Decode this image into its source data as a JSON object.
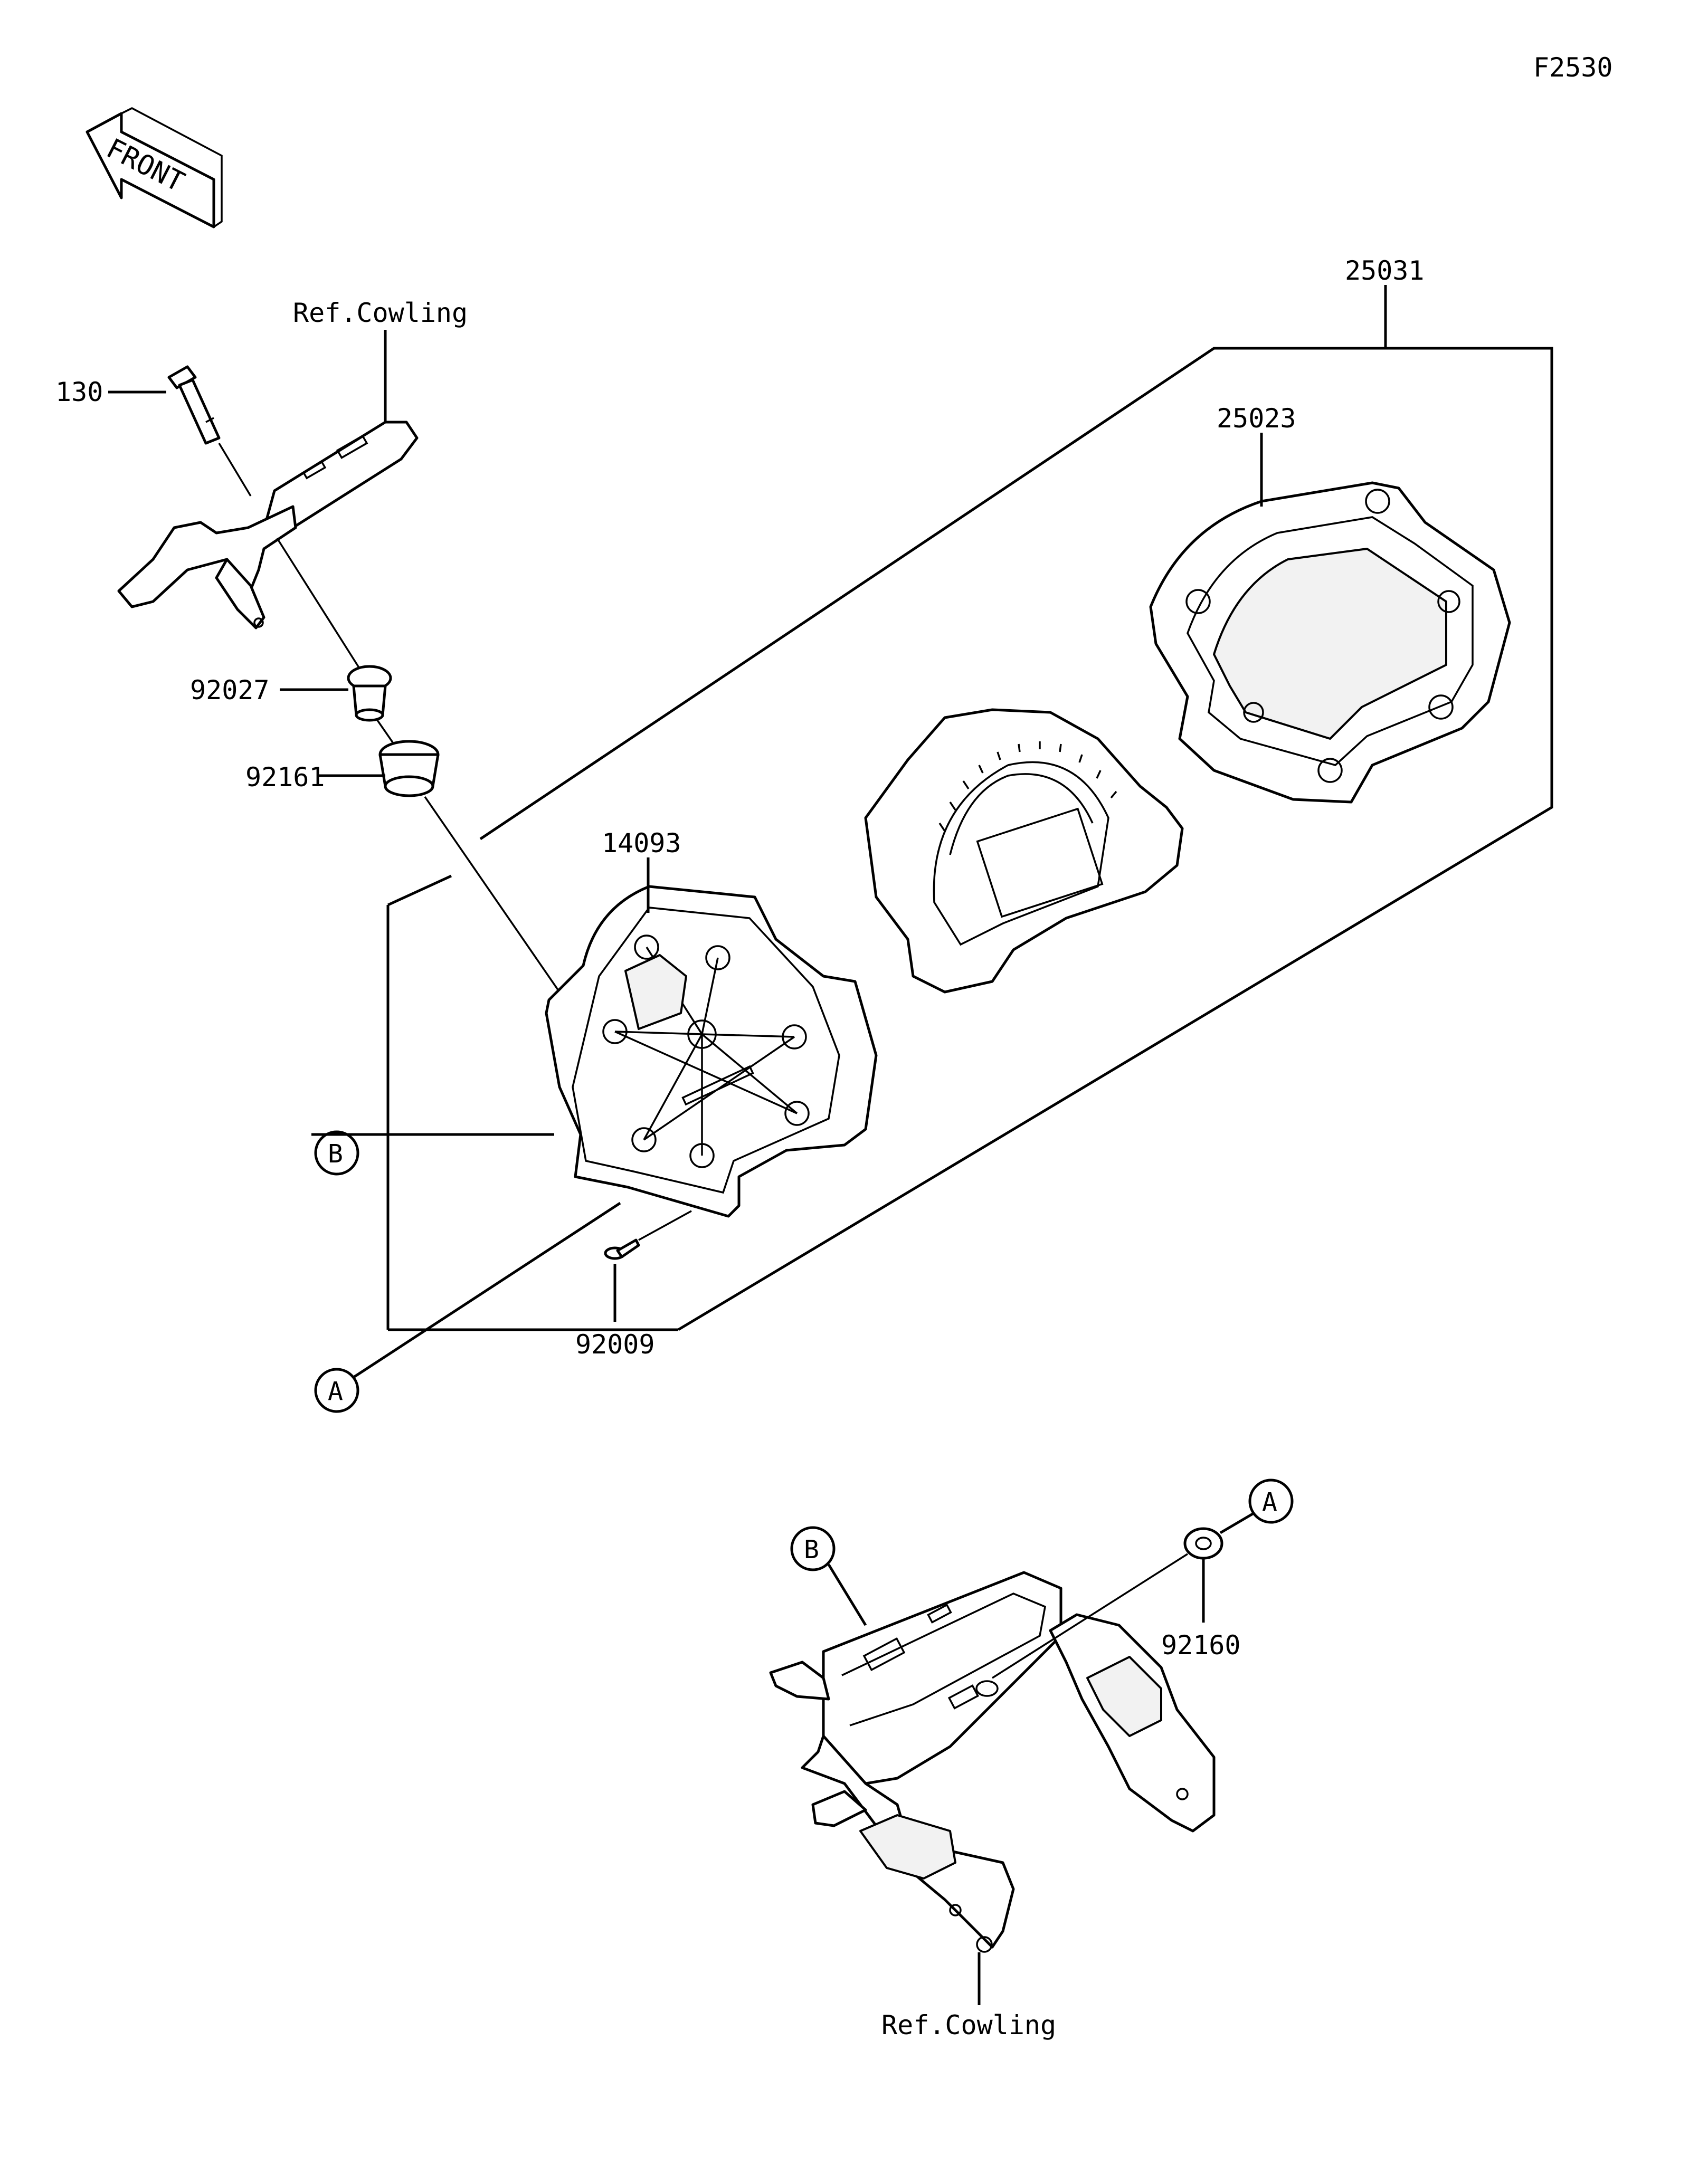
{
  "diagram": {
    "figure_code": "F2530",
    "front_label": "FRONT",
    "parts": {
      "p130": "130",
      "p92027": "92027",
      "p92161": "92161",
      "p14093": "14093",
      "p25031": "25031",
      "p25023": "25023",
      "p92009": "92009",
      "p92160": "92160"
    },
    "refs": {
      "cowling_top": "Ref.Cowling",
      "cowling_bottom": "Ref.Cowling"
    },
    "callouts": {
      "a_left": "A",
      "b_left": "B",
      "a_right": "A",
      "b_right": "B"
    }
  }
}
